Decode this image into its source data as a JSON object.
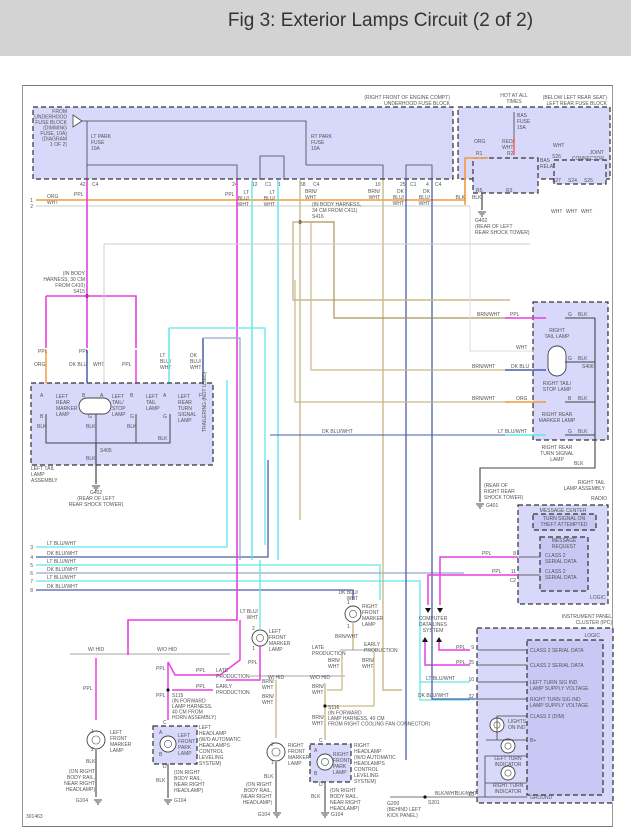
{
  "header": {
    "title": "Fig 3: Exterior Lamps Circuit (2 of 2)"
  },
  "diagram_id": "301463",
  "colors": {
    "ppl": "#e83fe0",
    "org": "#f39a3a",
    "wht": "#d8d8d8",
    "ltblu": "#62e6ea",
    "dkblu": "#4a5ea8",
    "brnwht": "#c9b98a",
    "blk": "#555555",
    "redwht": "#f06a6a",
    "box_fill": "#d8d8fb"
  },
  "underhood_fuse_block": {
    "location": "(RIGHT FRONT OF ENGINE COMPT)",
    "name": "UNDERHOOD FUSE BLOCK",
    "source": [
      "FROM",
      "UNDERHOOD",
      "FUSE BLOCK",
      "(DIMMING",
      "FUSE, 10A)",
      "(DIAGRAM",
      "1 OF 2)"
    ],
    "lt_park_fuse": [
      "LT PARK",
      "FUSE",
      "10A"
    ],
    "rt_park_fuse": [
      "RT PARK",
      "FUSE",
      "10A"
    ],
    "pins": [
      "42",
      "C4",
      "24",
      "12",
      "C1",
      "1",
      "58",
      "C4",
      "10",
      "25",
      "C1",
      "4",
      "C4"
    ]
  },
  "rear_fuse_block": {
    "location": "(BELOW LEFT REAR SEAT)",
    "name": "LEFT REAR FUSE BLOCK",
    "hot": [
      "HOT AT ALL",
      "TIMES"
    ],
    "bas_fuse": [
      "BAS",
      "FUSE",
      "15A"
    ],
    "bas_relay": [
      "BAS",
      "RELAY"
    ],
    "relay_pins": [
      "R1",
      "R2",
      "R5",
      "R3"
    ],
    "joint_connector": [
      "JOINT",
      "CONNECTOR"
    ],
    "jc_pins": [
      "S26",
      "S27",
      "S24",
      "S25"
    ],
    "wires": [
      "ORG",
      "RED/",
      "WHT",
      "WHT",
      "BLK",
      "ORG",
      "WHT",
      "WHT",
      "WHT"
    ],
    "ground": [
      "G402",
      "(REAR OF LEFT",
      "REAR SHOCK TOWER)"
    ]
  },
  "harness_lines": [
    {
      "num": "1",
      "label": "ORG"
    },
    {
      "num": "2",
      "label": "WHT"
    },
    {
      "num": "3",
      "label": "LT BLU/WHT"
    },
    {
      "num": "4",
      "label": "DK BLU/WHT"
    },
    {
      "num": "5",
      "label": "LT BLU/WHT"
    },
    {
      "num": "6",
      "label": "DK BLU/WHT"
    },
    {
      "num": "7",
      "label": "LT BLU/WHT"
    },
    {
      "num": "8",
      "label": "DK BLU/WHT"
    }
  ],
  "wire_labels": {
    "ppl": "PPL",
    "org": "ORG",
    "wht": "WHT",
    "dkblu": "DK BLU",
    "blk": "BLK",
    "lt": "LT",
    "blu": "BLU/",
    "dk": "DK",
    "brn": "BRN/",
    "brnwht": "BRN/WHT",
    "ltbluwht": "LT BLU/WHT",
    "dkbluwht": "DK BLU/WHT",
    "blkwht": "BLK/WHT"
  },
  "splices": {
    "s415": [
      "(IN BODY",
      "HARNESS, 30 CM",
      "FROM C410)",
      "S415"
    ],
    "s416": [
      "(IN BODY HARNESS,",
      "34 CM FROM C411)",
      "S416"
    ],
    "s405": "S405",
    "s406": "S406",
    "s115": [
      "S115",
      "(IN FORWARD",
      "LAMP HARNESS,",
      "40 CM FROM",
      "HORN ASSEMBLY)"
    ],
    "s116": [
      "S116",
      "(IN FORWARD",
      "LAMP HARNESS, 40 CM",
      "FROM RIGHT COOLING FAN CONNECTOR)"
    ],
    "s201": "S201"
  },
  "left_tail_assembly": {
    "name": [
      "LEFT TAIL",
      "LAMP",
      "ASSEMBLY"
    ],
    "lamps": [
      {
        "name": [
          "LEFT",
          "REAR",
          "MARKER",
          "LAMP"
        ],
        "pins": [
          "A",
          "B"
        ]
      },
      {
        "name": [
          "LEFT",
          "TAIL/",
          "STOP",
          "LAMP"
        ],
        "pins": [
          "B",
          "A",
          "G"
        ]
      },
      {
        "name": [
          "LEFT",
          "TAIL",
          "LAMP"
        ],
        "pins": [
          "B",
          "G"
        ]
      },
      {
        "name": [
          "LEFT",
          "REAR",
          "TURN",
          "SIGNAL",
          "LAMP"
        ],
        "pins": [
          "A",
          "G"
        ]
      }
    ],
    "trailering": [
      "TRAILERING",
      "(NOT USED)"
    ],
    "trailering_pin": "F",
    "ground": [
      "G402",
      "(REAR OF LEFT",
      "REAR SHOCK TOWER)"
    ]
  },
  "right_tail_assembly": {
    "name": [
      "RIGHT TAIL",
      "LAMP ASSEMBLY"
    ],
    "lamps": [
      {
        "name": [
          "RIGHT",
          "TAIL LAMP"
        ],
        "pins": [
          "B",
          "G"
        ]
      },
      {
        "name": [
          "RIGHT TAIL/",
          "STOP LAMP"
        ],
        "pins": [
          "A",
          "B",
          "G"
        ]
      },
      {
        "name": [
          "RIGHT REAR",
          "MARKER LAMP"
        ],
        "pins": [
          "A",
          "B"
        ]
      },
      {
        "name": [
          "RIGHT REAR",
          "TURN SIGNAL",
          "LAMP"
        ],
        "pins": [
          "A",
          "G"
        ]
      }
    ],
    "ground": [
      "(REAR OF",
      "RIGHT REAR",
      "SHOCK TOWER)",
      "G401"
    ]
  },
  "radio": {
    "name": "RADIO",
    "message_center": "MESSAGE CENTER",
    "turn_signal": [
      "TURN SIGNAL ON",
      "THEFT ATTEMPTED"
    ],
    "message_request": [
      "MESSAGE",
      "REQUEST"
    ],
    "class2_a": [
      "CLASS 2",
      "SERIAL DATA"
    ],
    "class2_b": [
      "CLASS 2",
      "SERIAL DATA"
    ],
    "logic": "LOGIC",
    "pins": [
      "8",
      "11",
      "C2"
    ]
  },
  "computer_data_lines": [
    "COMPUTER",
    "DATA LINES",
    "SYSTEM"
  ],
  "ipc": {
    "name": [
      "INSTRUMENT PANEL",
      "CLUSTER (IPC)"
    ],
    "logic": "LOGIC",
    "rows": [
      {
        "pin": "9",
        "wire": "PPL",
        "label": [
          "CLASS 2 SERIAL DATA"
        ]
      },
      {
        "pin": "25",
        "wire": "PPL",
        "label": [
          "CLASS 2 SERIAL DATA"
        ]
      },
      {
        "pin": "10",
        "wire": "LT BLU/WHT",
        "label": [
          "LEFT TURN SIG IND",
          "LAMP SUPPLY VOLTAGE"
        ]
      },
      {
        "pin": "32",
        "wire": "DK BLU/WHT",
        "label": [
          "RIGHT TURN SIG IND",
          "LAMP SUPPLY VOLTAGE"
        ]
      },
      {
        "pin": "",
        "wire": "",
        "label": [
          "CLASS 2 (DIM)"
        ]
      },
      {
        "pin": "",
        "wire": "",
        "label": [
          "B+"
        ]
      },
      {
        "pin": "23",
        "wire": "BLK/WHT",
        "label": [
          "GROUND"
        ]
      }
    ],
    "lights_on": [
      "LIGHTS",
      "ON IND"
    ],
    "left_turn": [
      "LEFT TURN",
      "INDICATOR"
    ],
    "right_turn": [
      "RIGHT TURN",
      "INDICATOR"
    ]
  },
  "front": {
    "w_hid": "W/ HID",
    "wo_hid": "W/O HID",
    "late": [
      "LATE",
      "PRODUCTION"
    ],
    "early": [
      "EARLY",
      "PRODUCTION"
    ],
    "left_front_marker": [
      "LEFT",
      "FRONT",
      "MARKER",
      "LAMP"
    ],
    "right_front_marker": [
      "RIGHT",
      "FRONT",
      "MARKER",
      "LAMP"
    ],
    "left_front_park": [
      "LEFT",
      "FRONT",
      "PARK",
      "LAMP"
    ],
    "right_front_park": [
      "RIGHT",
      "FRONT",
      "PARK",
      "LAMP"
    ],
    "left_headlamp": [
      "LEFT",
      "HEADLAMP",
      "(W/O AUTOMATIC",
      "HEADLAMPS",
      "CONTROL",
      "LEVELING",
      "SYSTEM)"
    ],
    "right_headlamp": [
      "RIGHT",
      "HEADLAMP",
      "(W/O AUTOMATIC",
      "HEADLAMPS",
      "CONTROL",
      "LEVELING",
      "SYSTEM)"
    ],
    "ground_g104": [
      "(ON RIGHT",
      "BODY RAIL,",
      "NEAR RIGHT",
      "HEADLAMP)",
      "G104"
    ],
    "ground_g200": [
      "G200",
      "(BEHIND LEFT",
      "KICK PANEL)"
    ],
    "pins_marker": [
      "1",
      "2"
    ],
    "pins_rmarker": [
      "2",
      "1"
    ],
    "pins_park": [
      "C",
      "A",
      "B",
      "D"
    ]
  }
}
